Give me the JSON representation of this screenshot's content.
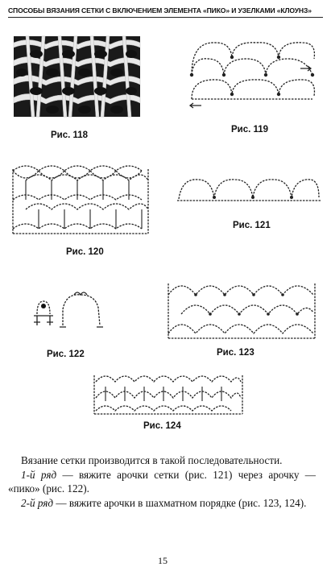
{
  "header": {
    "title": "СПОСОБЫ ВЯЗАНИЯ СЕТКИ С ВКЛЮЧЕНИЕМ ЭЛЕМЕНТА «ПИКО» И УЗЕЛКАМИ «КЛОУНЗ»"
  },
  "figures": {
    "f118": "Рис. 118",
    "f119": "Рис. 119",
    "f120": "Рис. 120",
    "f121": "Рис. 121",
    "f122": "Рис. 122",
    "f123": "Рис. 123",
    "f124": "Рис. 124"
  },
  "body": {
    "p1": "Вязание сетки производится в такой последовательности.",
    "p2_label": "1-й ряд",
    "p2_text": " — вяжите арочки сетки (рис. 121) через арочку — «пико» (рис. 122).",
    "p3_label": "2-й ряд",
    "p3_text": " — вяжите арочки в шахматном порядке (рис. 123, 124)."
  },
  "page_number": "15"
}
